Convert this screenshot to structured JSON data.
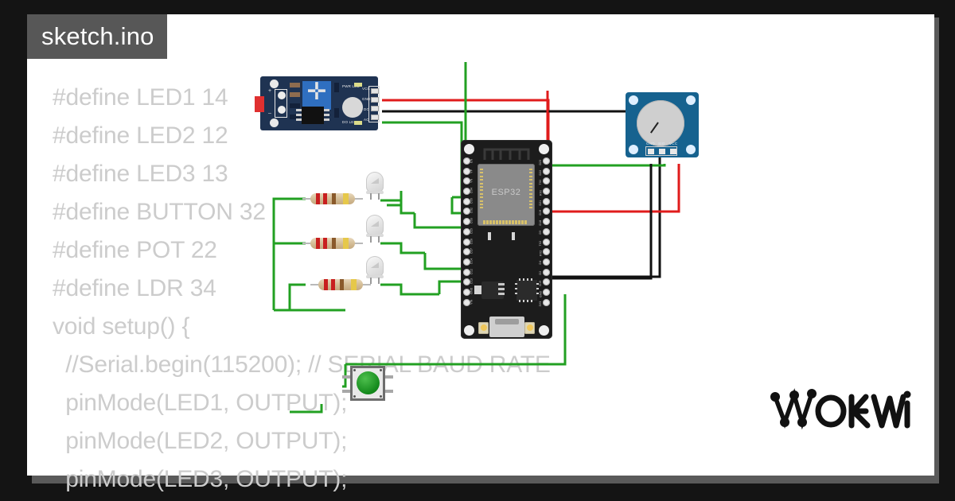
{
  "window": {
    "background_color": "#141414",
    "canvas_color": "#ffffff",
    "plate_color": "#5a5a5a"
  },
  "tab": {
    "label": "sketch.ino",
    "background_color": "#575757",
    "text_color": "#ffffff"
  },
  "editor": {
    "text_color": "#cccccc",
    "lines": [
      "#define LED1 14",
      "#define LED2 12",
      "#define LED3 13",
      "#define BUTTON 32",
      "#define POT 22",
      "#define LDR 34",
      "void setup() {",
      "  //Serial.begin(115200); // SERIAL BAUD RATE",
      "  pinMode(LED1, OUTPUT);",
      "  pinMode(LED2, OUTPUT);",
      "  pinMode(LED3, OUTPUT);"
    ]
  },
  "logo": {
    "text": "WOKWi",
    "color": "#000000"
  },
  "diagram": {
    "wire_colors": {
      "signal": "#22a022",
      "power": "#e01b1b",
      "ground": "#111111",
      "lead": "#b9b9b9"
    },
    "esp32": {
      "name": "ESP32 DevKit V1",
      "chip_label": "ESP32",
      "left_pins": [
        "EN",
        "VP",
        "VN",
        "D34",
        "D35",
        "D32",
        "D33",
        "D25",
        "D26",
        "D27",
        "D14",
        "D12",
        "D13",
        "GND",
        "VIN"
      ],
      "right_pins": [
        "D23",
        "D22",
        "TX0",
        "RX0",
        "D21",
        "D19",
        "D18",
        "D5",
        "TX2",
        "RX2",
        "D4",
        "D2",
        "D15",
        "GND",
        "3V3"
      ]
    },
    "ldr_module": {
      "name": "Photoresistor (LDR) sensor module",
      "pin_labels": [
        "VCC",
        "GND",
        "DO",
        "AO"
      ],
      "led_labels": [
        "PWR LED",
        "DO LED"
      ],
      "board_color": "#1f3352"
    },
    "potentiometer": {
      "name": "Potentiometer module",
      "pin_labels": [
        "GND",
        "SIG",
        "VCC"
      ],
      "board_color": "#16628f"
    },
    "resistors": {
      "count": 3,
      "value": "220",
      "bands": [
        "#c81f1f",
        "#c81f1f",
        "#8a5a2b",
        "#e6c84a"
      ]
    },
    "leds": {
      "count": 3,
      "color": "white"
    },
    "pushbutton": {
      "name": "Pushbutton",
      "cap_color": "#13891b"
    }
  }
}
